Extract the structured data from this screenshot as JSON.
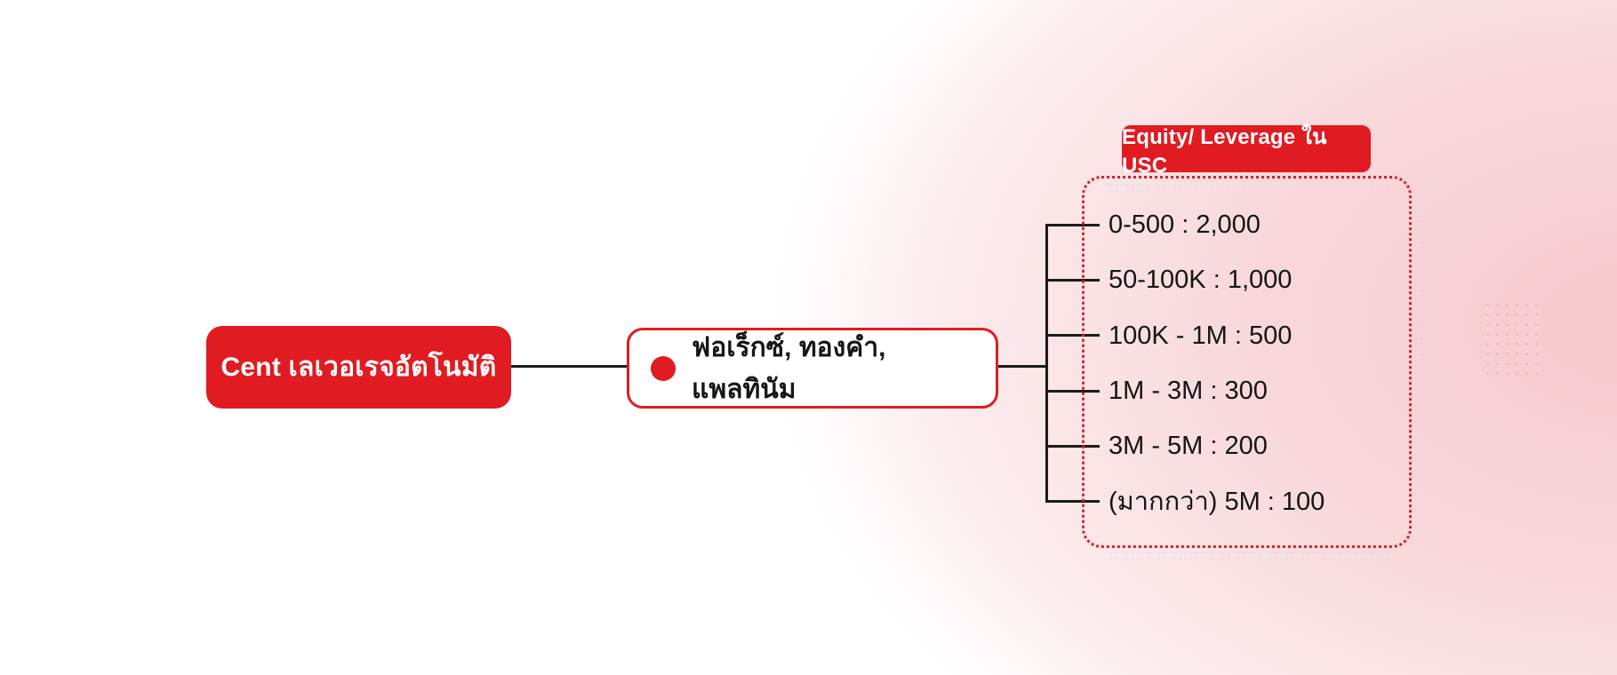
{
  "palette": {
    "brand_red": "#e01b22",
    "dashed_border_red": "#d6222a",
    "connector_black": "#1b1b1b",
    "text_dark": "#141414",
    "background_pink_glow": "#f5c9ce"
  },
  "diagram": {
    "root": {
      "label": "Cent เลเวอเรจอัตโนมัติ"
    },
    "asset": {
      "bullet_icon": "red-dot",
      "label": "ฟอเร็กซ์, ทองคำ, แพลทินัม"
    },
    "panel": {
      "badge": "Equity/ Leverage ใน USC",
      "items": [
        "0-500 : 2,000",
        "50-100K : 1,000",
        "100K - 1M : 500",
        "1M - 3M : 300",
        "3M - 5M : 200",
        "(มากกว่า) 5M : 100"
      ]
    }
  }
}
